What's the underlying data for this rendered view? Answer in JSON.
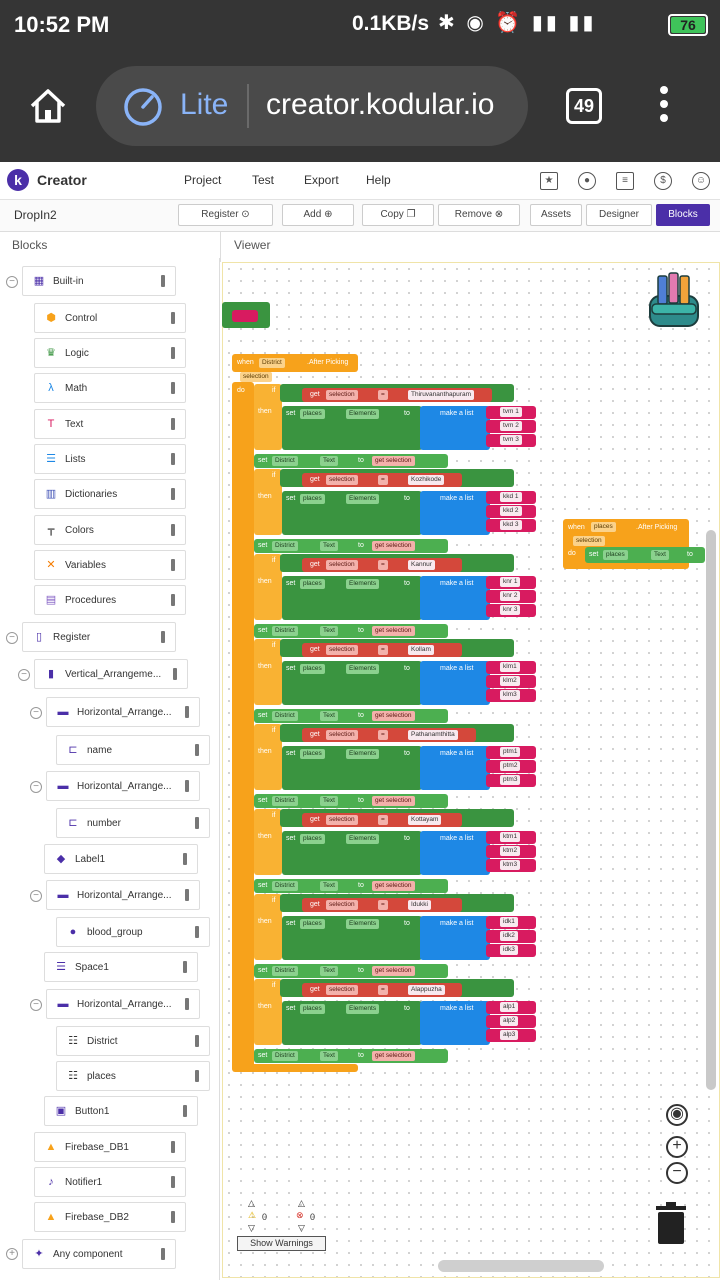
{
  "status_bar": {
    "time": "10:52 PM",
    "network_speed": "0.1KB/s",
    "battery": "76"
  },
  "browser": {
    "mode": "Lite",
    "url": "creator.kodular.io",
    "tab_count": "49"
  },
  "app": {
    "brand": "Creator",
    "menu": [
      "Project",
      "Test",
      "Export",
      "Help"
    ],
    "project_name": "DropIn2",
    "toolbar": {
      "register": "Register",
      "add": "Add",
      "copy": "Copy",
      "remove": "Remove",
      "assets": "Assets",
      "designer": "Designer",
      "blocks": "Blocks"
    },
    "blocks_label": "Blocks",
    "viewer_label": "Viewer"
  },
  "tree": {
    "builtin": "Built-in",
    "builtin_items": [
      "Control",
      "Logic",
      "Math",
      "Text",
      "Lists",
      "Dictionaries",
      "Colors",
      "Variables",
      "Procedures"
    ],
    "register": "Register",
    "vertical": "Vertical_Arrangeme...",
    "h1": "Horizontal_Arrange...",
    "name": "name",
    "h2": "Horizontal_Arrange...",
    "number": "number",
    "label1": "Label1",
    "h3": "Horizontal_Arrange...",
    "blood_group": "blood_group",
    "space1": "Space1",
    "h4": "Horizontal_Arrange...",
    "district": "District",
    "places": "places",
    "button1": "Button1",
    "firebase1": "Firebase_DB1",
    "notifier1": "Notifier1",
    "firebase2": "Firebase_DB2",
    "any_component": "Any component"
  },
  "blocks": {
    "when": "when",
    "district_comp": "District",
    "after_picking": ".After Picking",
    "selection": "selection",
    "do": "do",
    "if": "if",
    "then": "then",
    "get": "get",
    "set": "set",
    "eq": "=",
    "places_comp": "places",
    "elements": "Elements",
    "text_prop": "Text",
    "to": "to",
    "make_a_list": "make a list",
    "groups": [
      {
        "district": "Thiruvananthapuram",
        "items": [
          "tvm 1",
          "tvm 2",
          "tvm 3"
        ]
      },
      {
        "district": "Kozhikode",
        "items": [
          "kkd 1",
          "kkd 2",
          "kkd 3"
        ]
      },
      {
        "district": "Kannur",
        "items": [
          "knr 1",
          "knr 2",
          "knr 3"
        ]
      },
      {
        "district": "Kollam",
        "items": [
          "klm1",
          "klm2",
          "klm3"
        ]
      },
      {
        "district": "Pathanamthitta",
        "items": [
          "ptm1",
          "ptm2",
          "ptm3"
        ]
      },
      {
        "district": "Kottayam",
        "items": [
          "ktm1",
          "ktm2",
          "ktm3"
        ]
      },
      {
        "district": "Idukki",
        "items": [
          "idk1",
          "idk2",
          "idk3"
        ]
      },
      {
        "district": "Alappuzha",
        "items": [
          "alp1",
          "alp2",
          "alp3"
        ]
      }
    ]
  },
  "warnings": {
    "warning_count": "0",
    "error_count": "0",
    "show_warnings": "Show Warnings"
  },
  "icons": [
    "home-icon",
    "speed-gauge-icon",
    "tabs-icon",
    "kebab-menu-icon",
    "backpack-icon",
    "recenter-icon",
    "zoom-in-icon",
    "zoom-out-icon",
    "trash-icon"
  ]
}
